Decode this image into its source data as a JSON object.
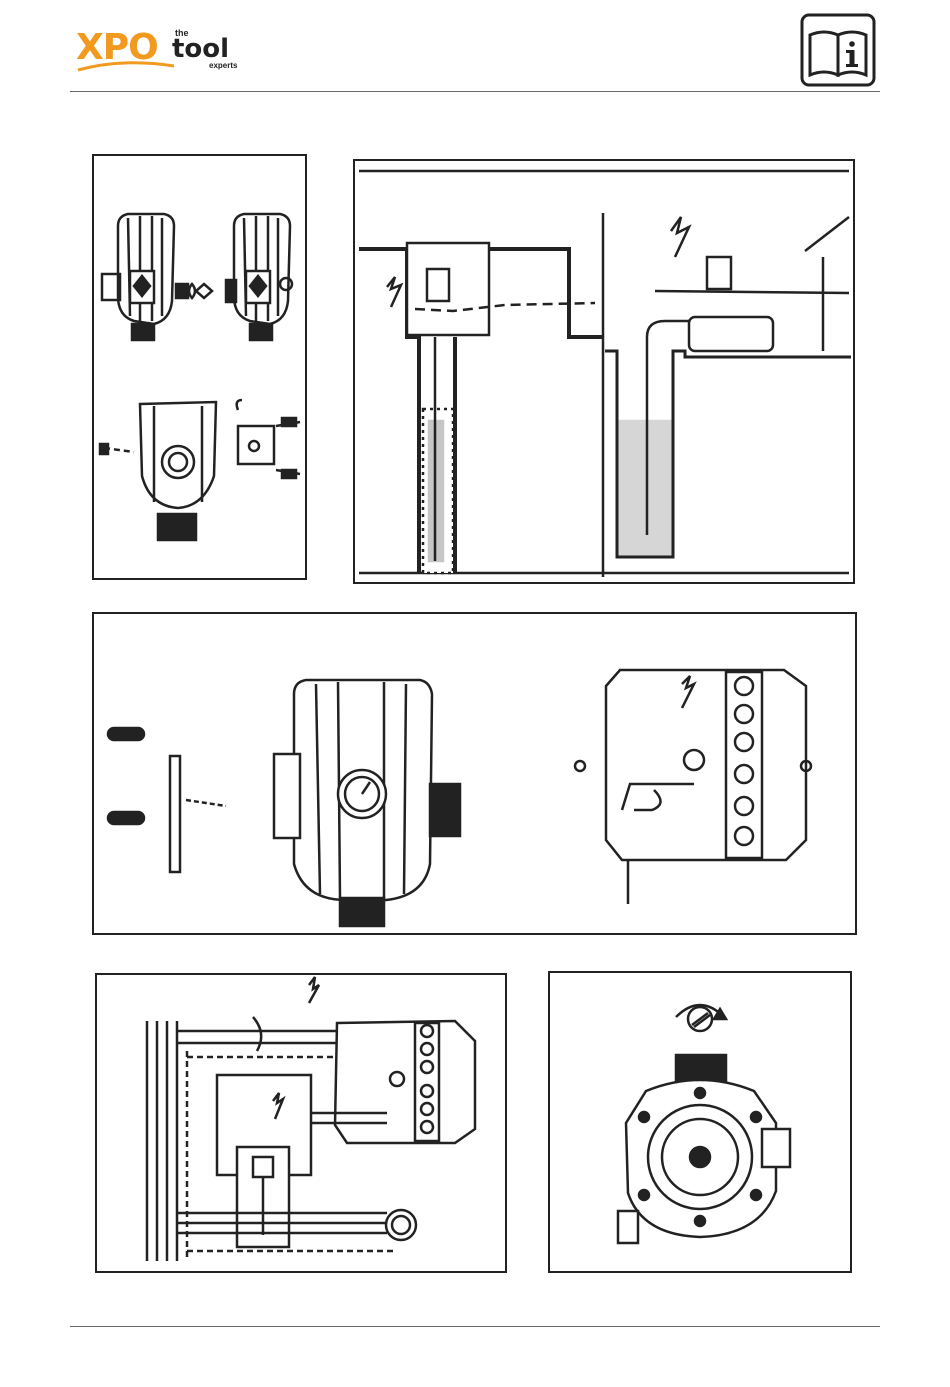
{
  "header": {
    "logo": {
      "xpo": "XPO",
      "the": "the",
      "tool": "tool",
      "experts": "experts"
    },
    "icon": "manual-info-icon"
  },
  "colors": {
    "brand_orange": "#f29a1f",
    "line": "#222222",
    "rule": "#6b6b6b"
  },
  "figures": [
    {
      "id": "assembly-fittings-and-cover",
      "icons": [
        "pressure-controller",
        "fitting-adapter",
        "screw",
        "junction-box"
      ]
    },
    {
      "id": "installation-well-and-tank",
      "icons": [
        "lightning-bolt",
        "submersible-pump",
        "pressure-controller",
        "tank"
      ]
    },
    {
      "id": "terminal-box-wiring",
      "icons": [
        "screw",
        "cover-gasket",
        "pressure-gauge",
        "terminal-block",
        "lightning-bolt"
      ]
    },
    {
      "id": "wiring-diagram",
      "icons": [
        "lightning-bolt",
        "terminal-block",
        "motor",
        "capacitor"
      ]
    },
    {
      "id": "pressure-adjustment",
      "icons": [
        "adjusting-screw",
        "pressure-controller-back"
      ]
    }
  ]
}
